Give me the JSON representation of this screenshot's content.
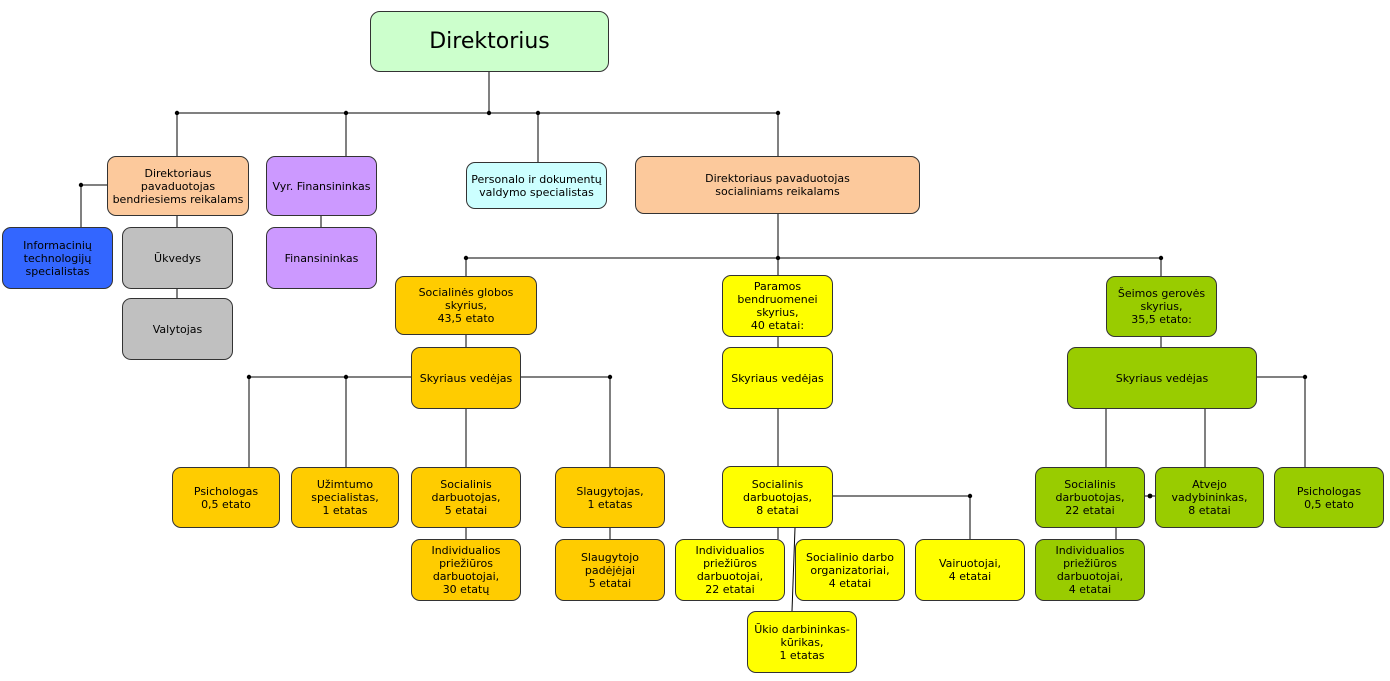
{
  "nodes": {
    "director": "Direktorius",
    "deputy_general": "Direktoriaus pavaduotojas\nbendriesiems reikalams",
    "chief_finance": "Vyr. Finansininkas",
    "personnel_specialist": "Personalo ir dokumentų\nvaldymo specialistas",
    "deputy_social": "Direktoriaus pavaduotojas\nsocialiniams reikalams",
    "it_specialist": "Informacinių\ntechnologijų\nspecialistas",
    "ukvedys": "Ūkvedys",
    "valytojas": "Valytojas",
    "finansininkas": "Finansininkas",
    "dept_social_care": "Socialinės globos skyrius,\n43,5 etato",
    "dept_support": "Paramos\nbendruomenei\nskyrius,\n40 etatai:",
    "dept_family": "Šeimos gerovės\nskyrius,\n35,5 etato:",
    "head_social_care": "Skyriaus vedėjas",
    "head_support": "Skyriaus vedėjas",
    "head_family": "Skyriaus vedėjas",
    "sc_psychologist": "Psichologas\n0,5 etato",
    "sc_employment": "Užimtumo\nspecialistas,\n1 etatas",
    "sc_social_worker": "Socialinis\ndarbuotojas,\n5 etatai",
    "sc_nurse": "Slaugytojas,\n1 etatas",
    "sc_care_workers": "Individualios\npriežiūros\ndarbuotojai,\n30 etatų",
    "sc_nurse_assistant": "Slaugytojo\npadėjėjai\n5 etatai",
    "sp_social_worker": "Socialinis\ndarbuotojas,\n8 etatai",
    "sp_care_workers": "Individualios\npriežiūros\ndarbuotojai,\n22 etatai",
    "sp_organizers": "Socialinio darbo\norganizatoriai,\n4 etatai",
    "sp_drivers": "Vairuotojai,\n4 etatai",
    "sp_handyman": "Ūkio darbininkas-\nkūrikas,\n1 etatas",
    "fw_social_worker": "Socialinis\ndarbuotojas,\n22 etatai",
    "fw_case_managers": "Atvejo\nvadybininkas,\n8 etatai",
    "fw_psychologist": "Psichologas\n0,5 etato",
    "fw_care_workers": "Individualios\npriežiūros\ndarbuotojai,\n4 etatai"
  },
  "colors": {
    "director": "#ccffcc",
    "deputy_general": "#fcc99c",
    "finance": "#cc99ff",
    "personnel": "#ccffff",
    "deputy_social": "#fcc99c",
    "it": "#3366ff",
    "grey": "#c0c0c0",
    "social_care": "#ffcc00",
    "support": "#ffff00",
    "family": "#99cc00",
    "line": "#000000"
  }
}
